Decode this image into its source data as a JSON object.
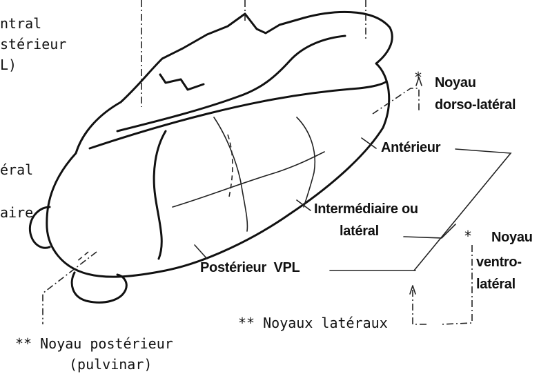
{
  "labels": {
    "top_left_line1": "ntral",
    "top_left_line2": "stérieur",
    "top_left_line3": "L)",
    "left_mid_1": "éral",
    "left_mid_2": "aire",
    "dorso_lateral_star": "*",
    "dorso_lateral_1": "Noyau",
    "dorso_lateral_2": "dorso-latéral",
    "anterieur": "Antérieur",
    "intermediaire_1": "Intermédiaire ou",
    "intermediaire_2": "latéral",
    "posterieur_vpl": "Postérieur  VPL",
    "ventro_star": "*",
    "ventro_1": "Noyau",
    "ventro_2": "ventro-",
    "ventro_3": "latéral",
    "noyaux_lateraux": "** Noyaux latéraux",
    "noyau_posterieur_1": "** Noyau postérieur",
    "noyau_posterieur_2": "(pulvinar)"
  }
}
